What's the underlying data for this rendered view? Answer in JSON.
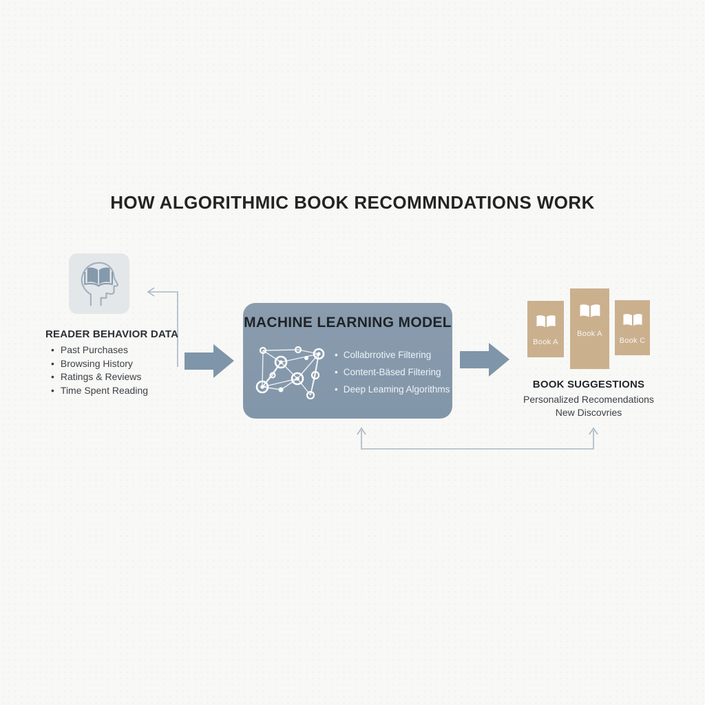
{
  "title": "HOW ALGORITHMIC BOOK RECOMMNDATIONS WORK",
  "reader": {
    "heading": "READER BEHAVIOR DATA",
    "icon": "head-with-open-book",
    "items": [
      "Past Purchases",
      "Browsing History",
      "Ratings & Reviews",
      "Time Spent Reading"
    ]
  },
  "model": {
    "heading": "MACHINE LEARNING MODEL",
    "icon": "network-graph",
    "items": [
      "Collabrrotive Filtering",
      "Content-Bäsed Filtering",
      "Deep Leaming Algorithms"
    ]
  },
  "suggestions": {
    "heading": "BOOK SUGGESTIONS",
    "lines": [
      "Personalized Recomendations",
      "New Discovries"
    ],
    "books": [
      {
        "label": "Book A",
        "icon": "open-book"
      },
      {
        "label": "Book A",
        "icon": "open-book"
      },
      {
        "label": "Book C",
        "icon": "open-book"
      }
    ]
  },
  "colors": {
    "background": "#f8f8f6",
    "model_box": "#8498ab",
    "flow_arrow": "#7f95a9",
    "book_cover": "#cbb08e",
    "connector_line": "#a7b7c4",
    "icon_background": "#e4e7e9",
    "text_dark": "#242424",
    "text_light": "#eef3f6"
  }
}
